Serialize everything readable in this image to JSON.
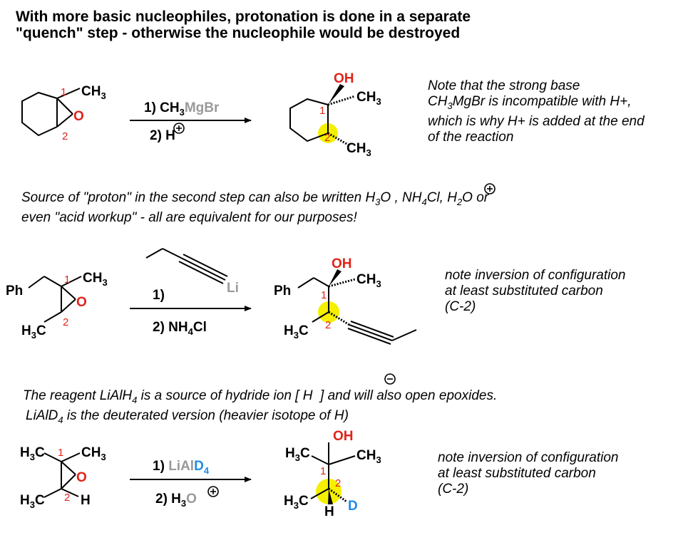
{
  "title": {
    "line1": "With more basic nucleophiles, protonation is done in a separate",
    "line2": "\"quench\" step  -  otherwise the nucleophile would be destroyed"
  },
  "reaction1": {
    "reactant": {
      "ch3": "CH3",
      "o": "O",
      "c1": "1",
      "c2": "2"
    },
    "step1_prefix": "1) CH3",
    "step1_reagent": "MgBr",
    "step2": "2) H",
    "product": {
      "oh": "OH",
      "ch3_top": "CH3",
      "ch3_bottom": "CH3",
      "c1": "1",
      "c2": "2"
    },
    "note": [
      "Note that the strong base",
      "CH3MgBr is incompatible with H+,",
      "which is why H+ is added at the end",
      "of the reaction"
    ]
  },
  "source_note": {
    "line1_a": "Source of \"proton\" in the second step can also be written H",
    "line1_b": "3",
    "line1_c": "O  , NH",
    "line1_d": "4",
    "line1_e": "Cl, H",
    "line1_f": "2",
    "line1_g": "O  or",
    "line2": "even \"acid workup\" - all are equivalent for our purposes!"
  },
  "reaction2": {
    "reactant": {
      "ph": "Ph",
      "ch3": "CH3",
      "o": "O",
      "h3c": "H3C",
      "c1": "1",
      "c2": "2"
    },
    "reagent_li": "Li",
    "step1": "1)",
    "step2": "2) NH4Cl",
    "product": {
      "oh": "OH",
      "ch3": "CH3",
      "ph": "Ph",
      "h3c": "H3C",
      "c1": "1",
      "c2": "2"
    },
    "note": [
      "note inversion of configuration",
      "at least substituted carbon",
      "(C-2)"
    ]
  },
  "hydride_note": {
    "line1": "The reagent LiAlH4 is a source of hydride ion [ H  ] and will also open epoxides.",
    "line2": "LiAlD4 is the deuterated version (heavier isotope of H)"
  },
  "reaction3": {
    "reactant": {
      "h3c_top": "H3C",
      "ch3": "CH3",
      "o": "O",
      "h3c_bottom": "H3C",
      "h": "H",
      "c1": "1",
      "c2": "2"
    },
    "step1_prefix": "1) ",
    "step1_reagent": "LiAlD4",
    "step2_prefix": "2) H",
    "step2_sub": "3",
    "step2_o": "O",
    "product": {
      "oh": "OH",
      "h3c_top": "H3C",
      "ch3": "CH3",
      "h3c_bottom": "H3C",
      "h": "H",
      "d": "D",
      "c1": "1",
      "c2": "2"
    },
    "note": [
      "note inversion of configuration",
      "at least substituted carbon",
      "(C-2)"
    ]
  },
  "colors": {
    "red": "#e0231a",
    "blue": "#1f8be6",
    "gray": "#9a9a9a",
    "highlight": "#f5f000"
  }
}
